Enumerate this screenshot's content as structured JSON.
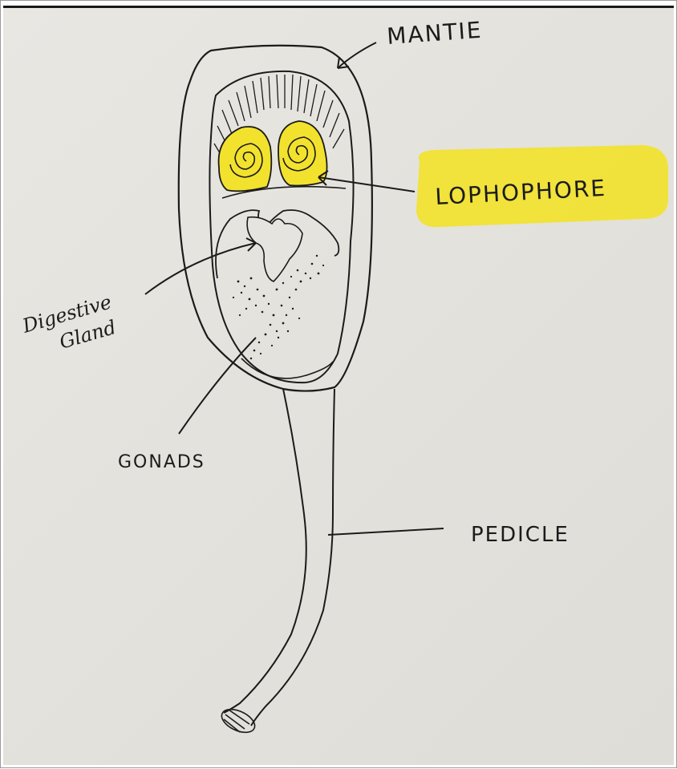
{
  "labels": {
    "mantle": "MANTIE",
    "lophophore": "LOPHOPHORE",
    "digestive_line1": "Digestive",
    "digestive_line2": "Gland",
    "gonads": "GONADS",
    "pedicle": "PEDICLE"
  },
  "colors": {
    "highlight": "#f2e22e",
    "ink": "#1b1b1b",
    "paper": "#e6e4df"
  }
}
